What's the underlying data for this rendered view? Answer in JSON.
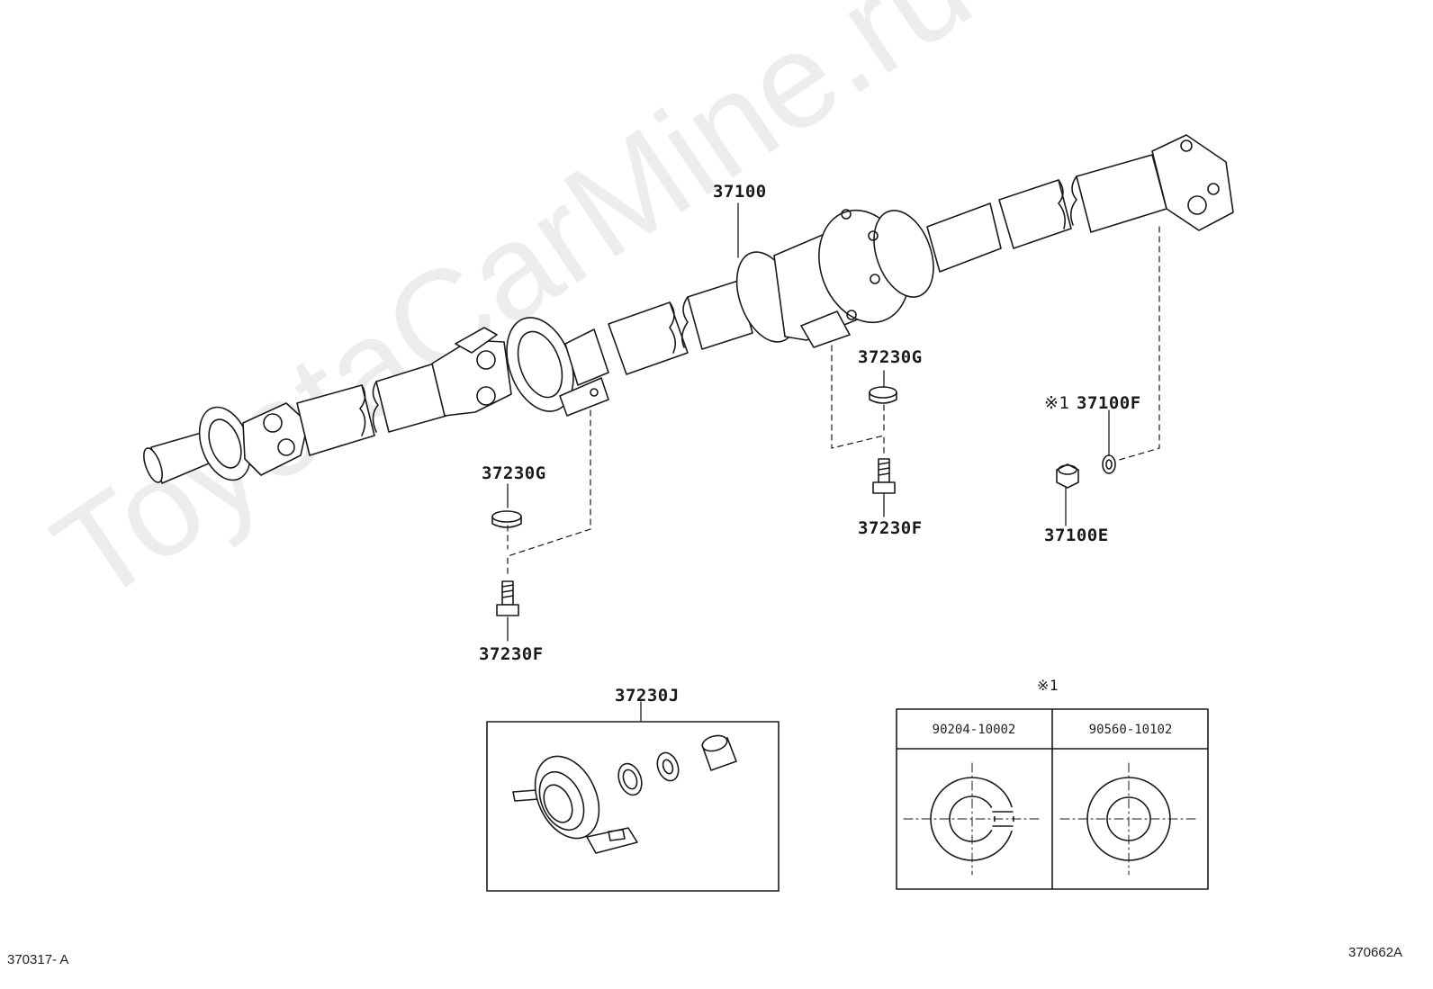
{
  "watermark": "ToyotaCarMine.ru",
  "labels": {
    "shaft_assembly": "37100",
    "washer_center": "37230G",
    "washer_left": "37230G",
    "bolt_center": "37230F",
    "bolt_left": "37230F",
    "note_mark": "※1",
    "flange_washer": "37100F",
    "flange_nut": "37100E",
    "bearing_kit": "37230J"
  },
  "note_box": {
    "header_mark": "※1",
    "columns": [
      "90204-10002",
      "90560-10102"
    ]
  },
  "footer": {
    "left_code": "370317- A",
    "right_code": "370662A"
  }
}
